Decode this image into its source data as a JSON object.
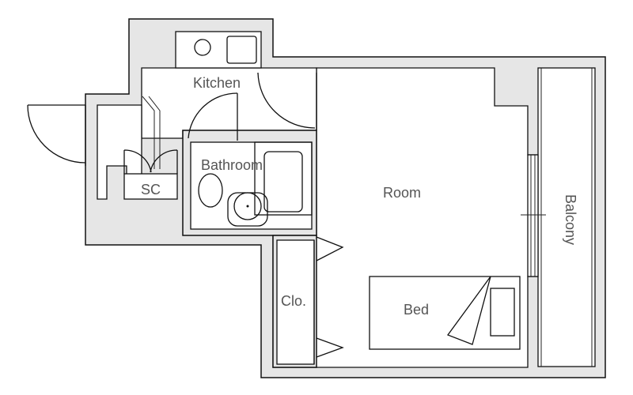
{
  "rooms": {
    "kitchen": "Kitchen",
    "bathroom": "Bathroom",
    "sc": "SC",
    "room": "Room",
    "balcony": "Balcony",
    "closet": "Clo.",
    "bed": "Bed"
  },
  "colors": {
    "wall_fill": "#e6e6e6",
    "line": "#111111",
    "label": "#555555",
    "background": "#ffffff"
  }
}
